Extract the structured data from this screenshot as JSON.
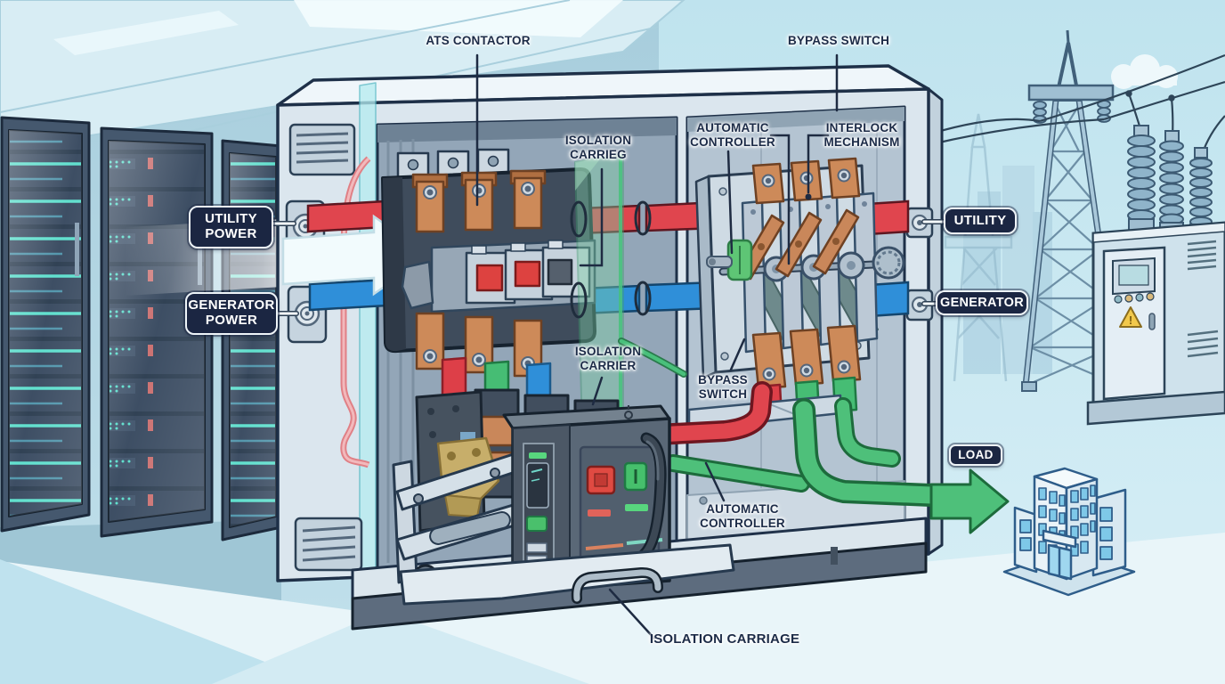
{
  "labels": {
    "ats_contactor": "ATS CONTACTOR",
    "bypass_switch_top": "BYPASS SWITCH",
    "isolation_carrieg": {
      "line1": "ISOLATION",
      "line2": "CARRIEG"
    },
    "automatic_controller_top": {
      "line1": "AUTOMATIC",
      "line2": "CONTROLLER"
    },
    "interlock_mechanism": {
      "line1": "INTERLOCK",
      "line2": "MECHANISM"
    },
    "isolation_carrier": {
      "line1": "ISOLATION",
      "line2": "CARRIER"
    },
    "bypass_switch_mid": {
      "line1": "BYPASS",
      "line2": "SWITCH"
    },
    "automatic_controller_bottom": {
      "line1": "AUTOMATIC",
      "line2": "CONTROLLER"
    },
    "isolation_carriage": "ISOLATION CARRIAGE",
    "utility_power": {
      "line1": "UTILITY",
      "line2": "POWER"
    },
    "generator_power": {
      "line1": "GENERATOR",
      "line2": "POWER"
    },
    "utility": "UTILITY",
    "generator": "GENERATOR",
    "load": "LOAD"
  },
  "icons": {
    "warning_exclamation": "!"
  },
  "colors": {
    "utility_bus_red": "#e0454e",
    "generator_bus_blue": "#2f8fd9",
    "load_path_green": "#4ec07a",
    "copper": "#cd8a59",
    "label_box_navy": "#1b2642",
    "label_text_navy": "#1c2b47",
    "cabinet_gray": "#dbe6ee",
    "outline_navy": "#1e3048"
  }
}
